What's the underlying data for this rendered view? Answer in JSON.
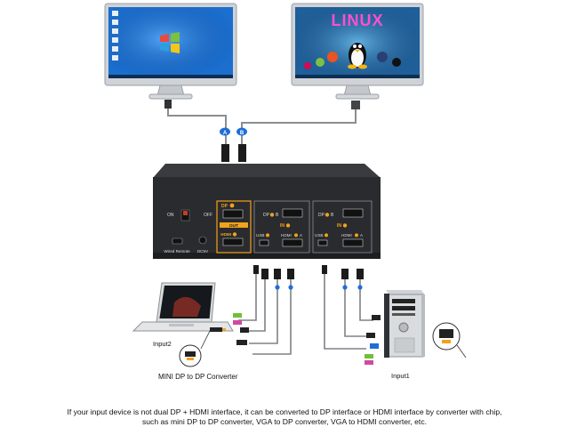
{
  "monitor_right": {
    "title": "LINUX"
  },
  "cable_tags": {
    "a": "A",
    "b": "B"
  },
  "kvm": {
    "on": "ON",
    "off": "OFF",
    "out_dp": "DP",
    "out_label": "OUT",
    "out_hdmi": "HDMI",
    "wired_remote": "Wired Remote",
    "dc5v": "DC5V",
    "in2_dp_b": "DP",
    "in2_dp_b_suffix": "B",
    "in2_label": "IN",
    "in2_usb": "USB",
    "in2_hdmi_a": "HDMI",
    "in2_hdmi_a_suffix": "A",
    "in1_dp_b": "DP",
    "in1_dp_b_suffix": "B",
    "in1_label": "IN",
    "in1_usb": "USB",
    "in1_hdmi_a": "HDMI",
    "in1_hdmi_a_suffix": "A"
  },
  "laptop": {
    "label": "Input2"
  },
  "converter": {
    "label": "MINI DP to DP Converter"
  },
  "tower": {
    "label": "Input1"
  },
  "caption": "If your input device is not dual DP + HDMI interface, it can be converted to DP interface or HDMI interface by converter with chip, such as mini DP to DP converter, VGA to DP converter, VGA to HDMI converter, etc.",
  "colors": {
    "kvm_body": "#2a2b2e",
    "accent_orange": "#f2a21b",
    "tag_blue": "#1e6ed8",
    "win_blue": "#1b6fcf",
    "linux_bg": "#1f5f9a"
  }
}
